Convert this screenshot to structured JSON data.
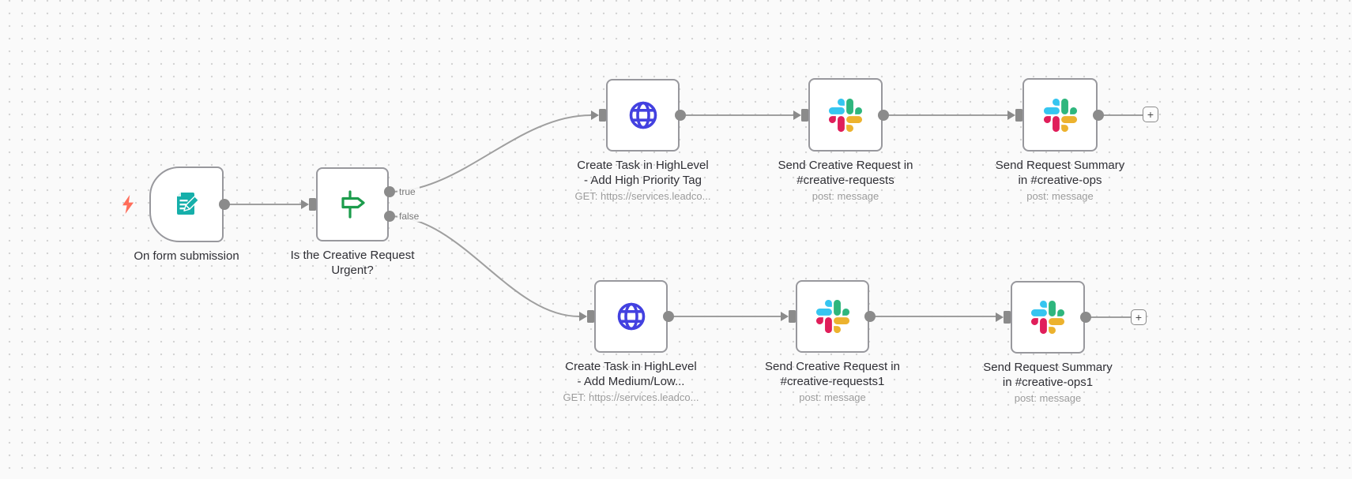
{
  "workflow": {
    "trigger": {
      "label": "On form submission",
      "icon": "form-trigger-icon"
    },
    "if_node": {
      "label_line1": "Is the Creative Request",
      "label_line2": "Urgent?",
      "icon": "signpost-icon",
      "output_true": "true",
      "output_false": "false"
    },
    "http_high": {
      "label_line1": "Create Task in HighLevel",
      "label_line2": "- Add High Priority Tag",
      "sublabel": "GET: https://services.leadco...",
      "icon": "globe-icon"
    },
    "slack_requests": {
      "label_line1": "Send Creative Request in",
      "label_line2": "#creative-requests",
      "sublabel": "post: message",
      "icon": "slack-icon"
    },
    "slack_ops": {
      "label_line1": "Send Request Summary",
      "label_line2": "in #creative-ops",
      "sublabel": "post: message",
      "icon": "slack-icon"
    },
    "http_medium": {
      "label_line1": "Create Task in HighLevel",
      "label_line2": "- Add Medium/Low...",
      "sublabel": "GET: https://services.leadco...",
      "icon": "globe-icon"
    },
    "slack_requests1": {
      "label_line1": "Send Creative Request in",
      "label_line2": "#creative-requests1",
      "sublabel": "post: message",
      "icon": "slack-icon"
    },
    "slack_ops1": {
      "label_line1": "Send Request Summary",
      "label_line2": "in #creative-ops1",
      "sublabel": "post: message",
      "icon": "slack-icon"
    },
    "add_button_label": "+",
    "trigger_indicator_icon": "lightning-bolt-icon"
  },
  "colors": {
    "canvas_bg": "#fafafa",
    "grid_dot": "#d4d4d4",
    "node_border": "#98989d",
    "connector": "#8b8b8b",
    "line": "#9f9f9f",
    "label": "#2f2f35",
    "sublabel": "#9b9b9b",
    "bolt": "#ff6d5a",
    "globe_blue": "#4341e0",
    "form_teal": "#16afaa",
    "signpost_green": "#1c9c4c",
    "slack_blue": "#36C5F0",
    "slack_green": "#2EB67D",
    "slack_yellow": "#ECB22E",
    "slack_red": "#E01E5A"
  }
}
